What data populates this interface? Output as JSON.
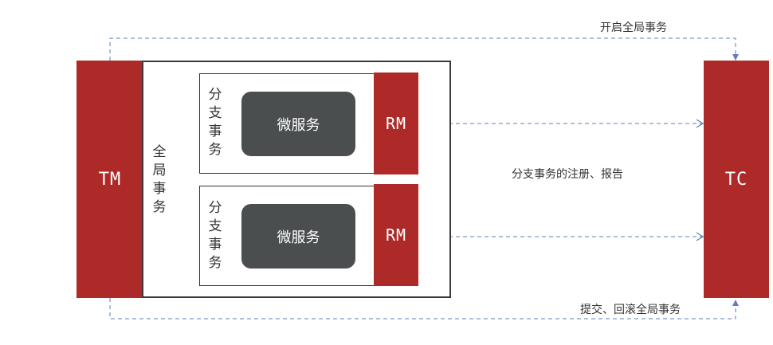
{
  "tm": {
    "label": "TM"
  },
  "tc": {
    "label": "TC"
  },
  "global_transaction": {
    "label": "全局事务"
  },
  "branches": [
    {
      "branch_label": "分支事务",
      "service_label": "微服务",
      "rm_label": "RM"
    },
    {
      "branch_label": "分支事务",
      "service_label": "微服务",
      "rm_label": "RM"
    }
  ],
  "flows": {
    "begin_global": "开启全局事务",
    "register_report": "分支事务的注册、报告",
    "commit_rollback": "提交、回滚全局事务"
  },
  "colors": {
    "component_red": "#ad2a29",
    "service_gray": "#4b4e4e",
    "arrow_blue": "#5b7fb8"
  }
}
